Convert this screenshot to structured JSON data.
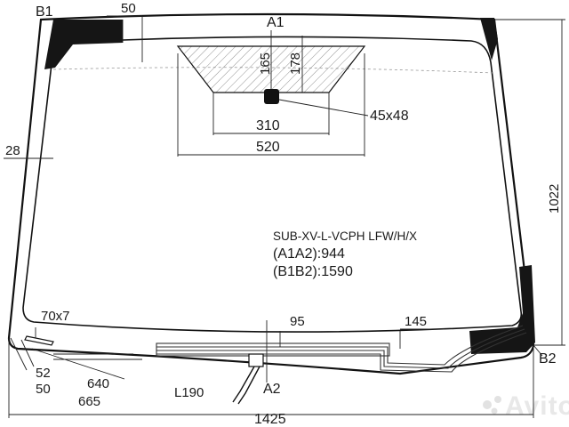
{
  "diagram": {
    "code": "SUB-XV-L-VCPH LFW/H/X",
    "a1a2": "(A1A2):944",
    "b1b2": "(B1B2):1590",
    "points": {
      "a1": "A1",
      "a2": "A2",
      "b1": "B1",
      "b2": "B2"
    },
    "dimensions": {
      "d50_top": "50",
      "d165": "165",
      "d178": "178",
      "d45x48": "45x48",
      "d310": "310",
      "d520": "520",
      "d28": "28",
      "d1022": "1022",
      "d70x7": "70x7",
      "d95": "95",
      "d145": "145",
      "d52": "52",
      "d50_bottom": "50",
      "d640": "640",
      "d665": "665",
      "l190": "L190",
      "d1425": "1425"
    },
    "watermark": "Avito"
  }
}
